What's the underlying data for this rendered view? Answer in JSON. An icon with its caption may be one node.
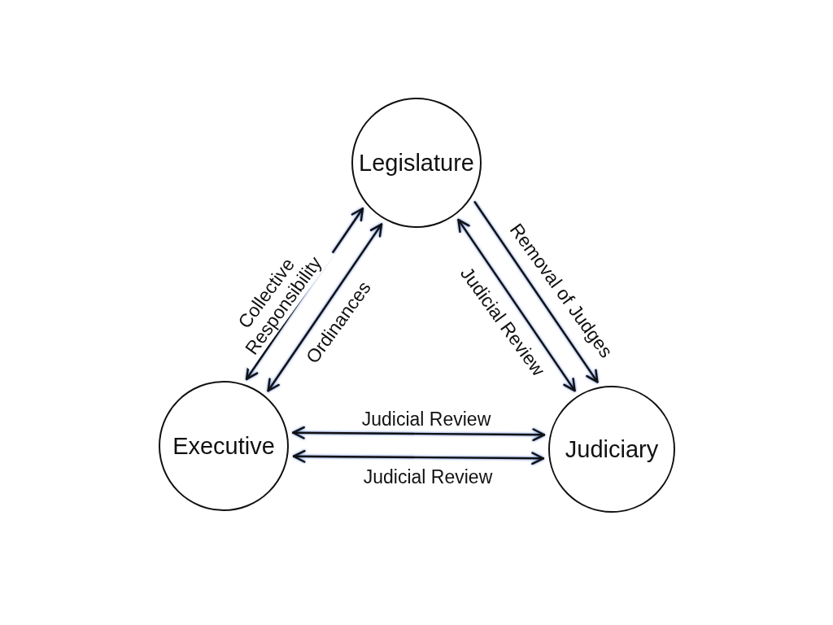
{
  "diagram": {
    "nodes": [
      {
        "text": [
          "Legislature"
        ]
      },
      {
        "text": [
          "Executive"
        ]
      },
      {
        "text": [
          "Judiciary"
        ]
      }
    ],
    "edges": [
      {
        "from": 1,
        "to": 0,
        "arrow": "both",
        "label": "Collective Responsibility"
      },
      {
        "from": 1,
        "to": 0,
        "arrow": "both",
        "label": "Ordinances"
      },
      {
        "from": 0,
        "to": 2,
        "arrow": "both",
        "label": "Judicial Review"
      },
      {
        "from": 0,
        "to": 2,
        "arrow": "to",
        "label": "Removal of Judges"
      },
      {
        "from": 1,
        "to": 2,
        "arrow": "both",
        "label": "Judicial Review"
      },
      {
        "from": 1,
        "to": 2,
        "arrow": "both",
        "label": "Judicial Review"
      }
    ]
  }
}
